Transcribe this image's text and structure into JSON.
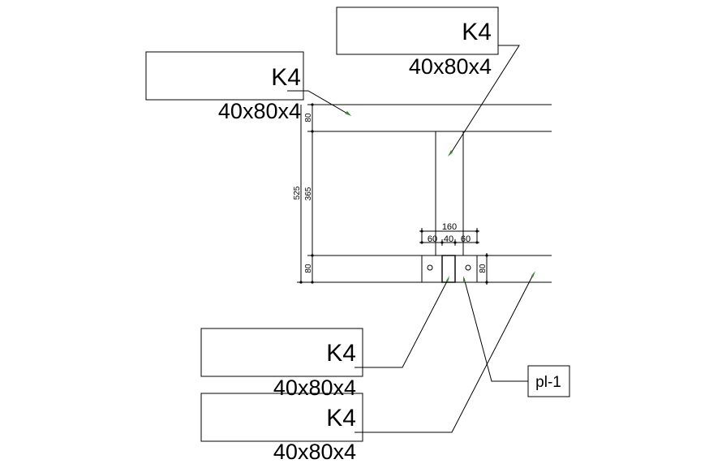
{
  "tags": [
    {
      "name": "K4",
      "size": "40x80x4"
    },
    {
      "name": "K4",
      "size": "40x80x4"
    },
    {
      "name": "K4",
      "size": "40x80x4"
    },
    {
      "name": "K4",
      "size": "40x80x4"
    }
  ],
  "plate_tag": "pl-1",
  "dims": {
    "left_total": "525",
    "left_top": "80",
    "left_mid": "365",
    "left_bottom": "80",
    "plate_width": "160",
    "seg_left": "60",
    "seg_mid": "40",
    "seg_right": "60",
    "plate_height": "80"
  },
  "colors": {
    "line": "#000000",
    "arrow": "#2f8a2f",
    "background": "#ffffff"
  }
}
